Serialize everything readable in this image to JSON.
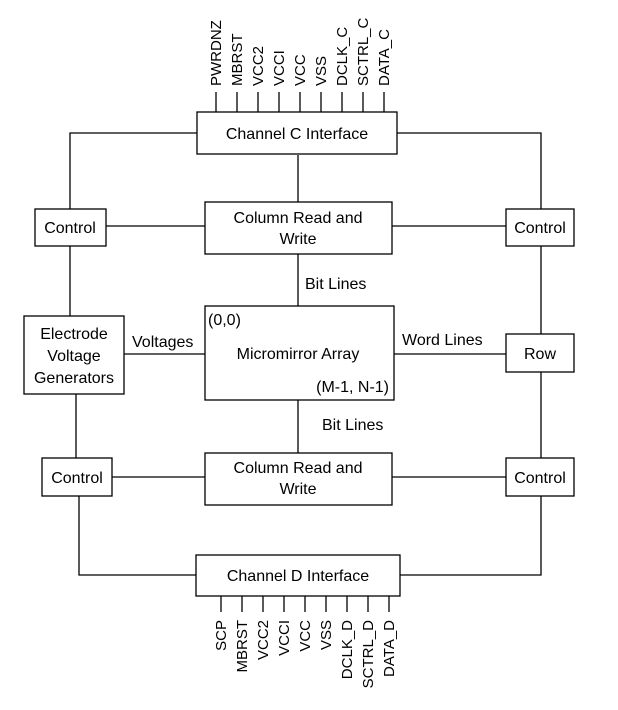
{
  "blocks": {
    "channel_c": "Channel C Interface",
    "channel_d": "Channel D Interface",
    "column_top": [
      "Column Read and",
      "Write"
    ],
    "column_bottom": [
      "Column Read and",
      "Write"
    ],
    "control_top_left": "Control",
    "control_top_right": "Control",
    "control_bottom_left": "Control",
    "control_bottom_right": "Control",
    "electrode": [
      "Electrode",
      "Voltage",
      "Generators"
    ],
    "row": "Row",
    "array": {
      "title": "Micromirror Array",
      "origin": "(0,0)",
      "corner": "(M-1, N-1)"
    }
  },
  "labels": {
    "bit_lines_top": "Bit Lines",
    "bit_lines_bottom": "Bit Lines",
    "voltages": "Voltages",
    "word_lines": "Word Lines"
  },
  "signals_c": [
    "PWRDNZ",
    "MBRST",
    "VCC2",
    "VCCI",
    "VCC",
    "VSS",
    "DCLK_C",
    "SCTRL_C",
    "DATA_C"
  ],
  "signals_d": [
    "SCP",
    "MBRST",
    "VCC2",
    "VCCI",
    "VCC",
    "VSS",
    "DCLK_D",
    "SCTRL_D",
    "DATA_D"
  ]
}
